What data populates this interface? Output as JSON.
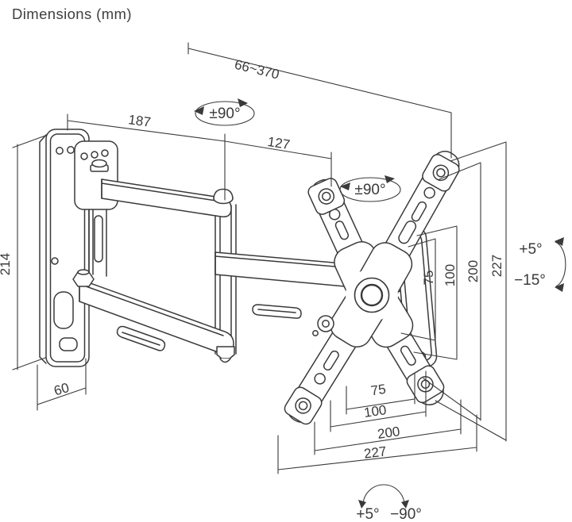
{
  "title": "Dimensions (mm)",
  "colors": {
    "outline": "#3a3a3a",
    "text": "#3f3f3f",
    "background": "#ffffff"
  },
  "dimensions": {
    "extension_range": "66~370",
    "first_arm_length": "187",
    "second_arm_length": "127",
    "wall_plate_height": "214",
    "wall_plate_width": "60",
    "vesa_vertical": {
      "inner": "75",
      "mid": "100",
      "outer": "200",
      "overall": "227"
    },
    "vesa_horizontal": {
      "inner": "75",
      "mid": "100",
      "outer": "200",
      "overall": "227"
    }
  },
  "angles": {
    "arm_swivel": "±90°",
    "plate_swivel": "±90°",
    "tilt_up": "+5°",
    "tilt_down": "−15°",
    "rotation_from": "+5°",
    "rotation_to": "−90°"
  }
}
